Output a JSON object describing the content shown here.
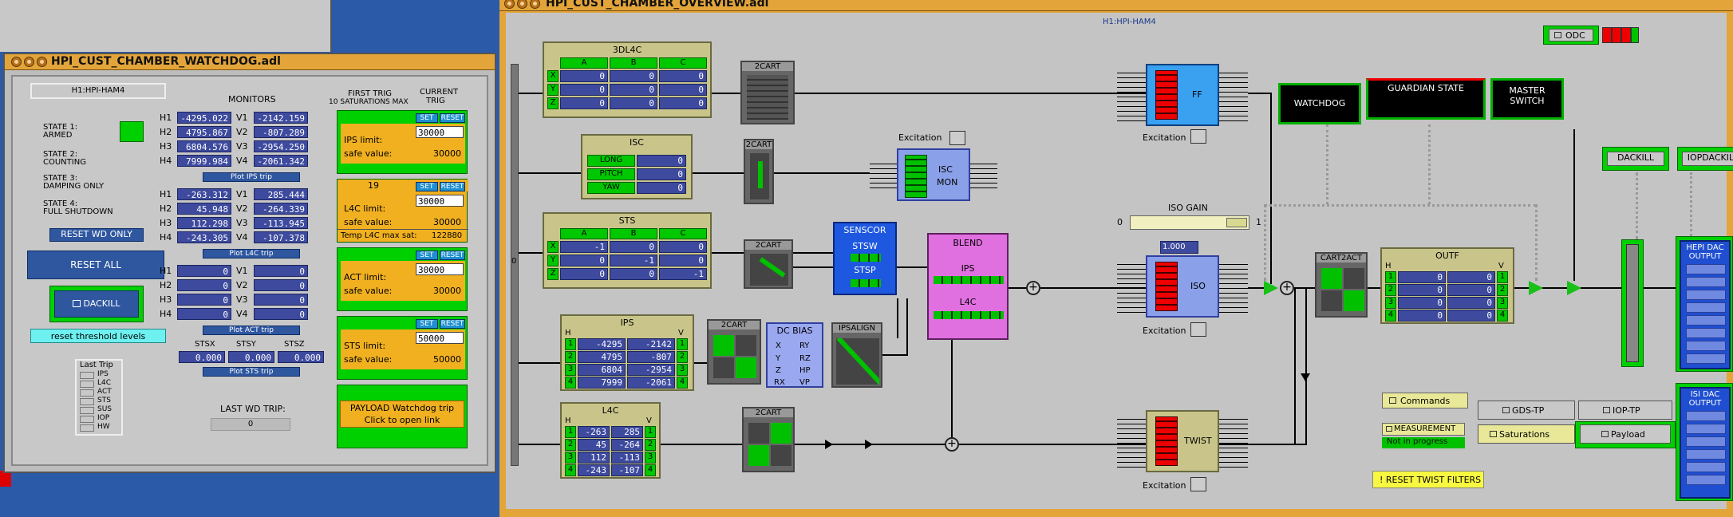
{
  "watchdog": {
    "title": "HPI_CUST_CHAMBER_WATCHDOG.adl",
    "chamber": "H1:HPI-HAM4",
    "states": [
      "STATE 1:\nARMED",
      "STATE 2:\nCOUNTING",
      "STATE 3:\nDAMPING ONLY",
      "STATE 4:\nFULL SHUTDOWN"
    ],
    "state_labels": {
      "s1a": "STATE 1:",
      "s1b": "ARMED",
      "s2a": "STATE 2:",
      "s2b": "COUNTING",
      "s3a": "STATE 3:",
      "s3b": "DAMPING ONLY",
      "s4a": "STATE 4:",
      "s4b": "FULL SHUTDOWN"
    },
    "reset_wd_only": "RESET WD ONLY",
    "reset_all": "RESET ALL",
    "dackill": "DACKILL",
    "reset_threshold": "reset threshold levels",
    "monitors_title": "MONITORS",
    "ips": {
      "h": [
        {
          "l": "H1",
          "v": "-4295.022"
        },
        {
          "l": "H2",
          "v": "4795.867"
        },
        {
          "l": "H3",
          "v": "6804.576"
        },
        {
          "l": "H4",
          "v": "7999.984"
        }
      ],
      "v": [
        {
          "l": "V1",
          "v": "-2142.159"
        },
        {
          "l": "V2",
          "v": "-807.289"
        },
        {
          "l": "V3",
          "v": "-2954.250"
        },
        {
          "l": "V4",
          "v": "-2061.342"
        }
      ],
      "plot": "Plot IPS trip"
    },
    "l4c": {
      "h": [
        {
          "l": "H1",
          "v": "-263.312"
        },
        {
          "l": "H2",
          "v": "45.948"
        },
        {
          "l": "H3",
          "v": "112.298"
        },
        {
          "l": "H4",
          "v": "-243.305"
        }
      ],
      "v": [
        {
          "l": "V1",
          "v": "285.444"
        },
        {
          "l": "V2",
          "v": "-264.339"
        },
        {
          "l": "V3",
          "v": "-113.945"
        },
        {
          "l": "V4",
          "v": "-107.378"
        }
      ],
      "plot": "Plot L4C trip"
    },
    "act": {
      "h": [
        {
          "l": "H1",
          "v": "0"
        },
        {
          "l": "H2",
          "v": "0"
        },
        {
          "l": "H3",
          "v": "0"
        },
        {
          "l": "H4",
          "v": "0"
        }
      ],
      "v": [
        {
          "l": "V1",
          "v": "0"
        },
        {
          "l": "V2",
          "v": "0"
        },
        {
          "l": "V3",
          "v": "0"
        },
        {
          "l": "V4",
          "v": "0"
        }
      ],
      "plot": "Plot ACT trip"
    },
    "sts": {
      "labels": [
        "STSX",
        "STSY",
        "STSZ"
      ],
      "values": [
        "0.000",
        "0.000",
        "0.000"
      ],
      "plot": "Plot STS trip"
    },
    "last_trip": {
      "title": "Last Trip",
      "items": [
        "IPS",
        "L4C",
        "ACT",
        "STS",
        "SUS",
        "IOP",
        "HW"
      ]
    },
    "last_wd_trip_label": "LAST WD TRIP:",
    "last_wd_trip_value": "0",
    "first_trig_title": "FIRST TRIG",
    "first_trig_sub": "10 SATURATIONS MAX",
    "current_trig_title": "CURRENT",
    "current_trig_sub": "TRIG",
    "set": "SET",
    "reset": "RESET",
    "l4c_count": "19",
    "limits": {
      "ips_label": "IPS limit:",
      "ips_limit": "30000",
      "ips_safe_label": "safe value:",
      "ips_safe": "30000",
      "l4c_label": "L4C limit:",
      "l4c_limit": "30000",
      "l4c_safe_label": "safe value:",
      "l4c_safe": "30000",
      "temp_label": "Temp L4C max sat:",
      "temp_value": "122880",
      "act_label": "ACT limit:",
      "act_limit": "30000",
      "act_safe_label": "safe value:",
      "act_safe": "30000",
      "sts_label": "STS limit:",
      "sts_limit": "50000",
      "sts_safe_label": "safe value:",
      "sts_safe": "50000"
    },
    "payload1": "PAYLOAD Watchdog trip",
    "payload2": "Click to open link"
  },
  "overview": {
    "title": "HPI_CUST_CHAMBER_OVERVIEW.adl",
    "chamber": "H1:HPI-HAM4",
    "odc": "ODC",
    "watchdog": "WATCHDOG",
    "guardian": "GUARDIAN STATE",
    "master1": "MASTER",
    "master2": "SWITCH",
    "dackill": "DACKILL",
    "iopdackill": "IOPDACKILL",
    "hepi_dac1": "HEPI DAC",
    "hepi_dac2": "OUTPUT",
    "isi_dac1": "ISI DAC",
    "isi_dac2": "OUTPUT",
    "block_3dl4c": "3DL4C",
    "abc": [
      "A",
      "B",
      "C"
    ],
    "xyz": [
      "X",
      "Y",
      "Z"
    ],
    "zeros3": [
      "0",
      "0",
      "0"
    ],
    "isc": "ISC",
    "isc_rows": [
      "LONG",
      "PITCH",
      "YAW"
    ],
    "sts": "STS",
    "sts_vals": [
      "-1",
      "-1",
      "-1"
    ],
    "cart2": "2CART",
    "ips": "IPS",
    "ips_h": [
      "-4295",
      "4795",
      "6804",
      "7999"
    ],
    "ips_v": [
      "-2142",
      "-807",
      "-2954",
      "-2061"
    ],
    "idx": [
      "1",
      "2",
      "3",
      "4"
    ],
    "hv": [
      "H",
      "V"
    ],
    "l4c": "L4C",
    "l4c_h": [
      "-263",
      "45",
      "112",
      "-243"
    ],
    "l4c_v": [
      "285",
      "-264",
      "-113",
      "-107"
    ],
    "dcbias": "DC BIAS",
    "dcbias_rows": [
      "X",
      "Y",
      "Z",
      "RX",
      "RY",
      "RZ",
      "HP",
      "VP"
    ],
    "ipsalign": "IPSALIGN",
    "sensor": "SENSCOR",
    "stsw": "STSW",
    "stsp": "STSP",
    "blend": "BLEND",
    "blend_ips": "IPS",
    "blend_l4c": "L4C",
    "isc_mon1": "ISC",
    "isc_mon2": "MON",
    "excitation": "Excitation",
    "ff": "FF",
    "iso": "ISO",
    "iso_gain": "ISO GAIN",
    "iso_gain_min": "0",
    "iso_gain_max": "1",
    "iso_gain_val": "1.000",
    "twist": "TWIST",
    "cart2act": "CART2ACT",
    "outf": "OUTF",
    "outf_h": [
      "0",
      "0",
      "0",
      "0"
    ],
    "outf_v": [
      "0",
      "0",
      "0",
      "0"
    ],
    "commands": "Commands",
    "measurement": "MEASUREMENT",
    "not_in_progress": "Not in progress",
    "gds_tp": "GDS-TP",
    "iop_tp": "IOP-TP",
    "saturations": "Saturations",
    "payload": "Payload",
    "reset_twist": "! RESET TWIST FILTERS",
    "side_label": "0"
  }
}
